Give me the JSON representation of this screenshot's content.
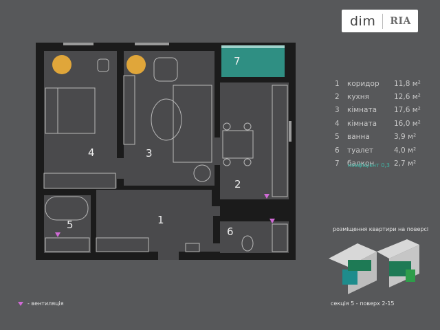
{
  "logo": {
    "brand_left": "dim",
    "brand_right": "RIA"
  },
  "rooms_legend": [
    {
      "num": "1",
      "name": "коридор",
      "area": "11,8 м²"
    },
    {
      "num": "2",
      "name": "кухня",
      "area": "12,6 м²"
    },
    {
      "num": "3",
      "name": "кімната",
      "area": "17,6 м²"
    },
    {
      "num": "4",
      "name": "кімната",
      "area": "16,0 м²"
    },
    {
      "num": "5",
      "name": "ванна",
      "area": "3,9 м²"
    },
    {
      "num": "6",
      "name": "туалет",
      "area": "4,0 м²"
    },
    {
      "num": "7",
      "name": "балкон",
      "area": "2,7 м²"
    }
  ],
  "balcony_coefficient": "коефіцієнт 0,3",
  "plan_labels": [
    "1",
    "2",
    "3",
    "4",
    "5",
    "6",
    "7"
  ],
  "floor_title": "розміщення квартири на поверсі",
  "section_text": "секція 5 - поверх 2-15",
  "vent_note": "- вентиляція",
  "colors": {
    "background": "#57585a",
    "wall": "#1b1b1b",
    "floor": "#4a4a4c",
    "accent": "#2f8f83",
    "vent": "#d06ad6"
  }
}
